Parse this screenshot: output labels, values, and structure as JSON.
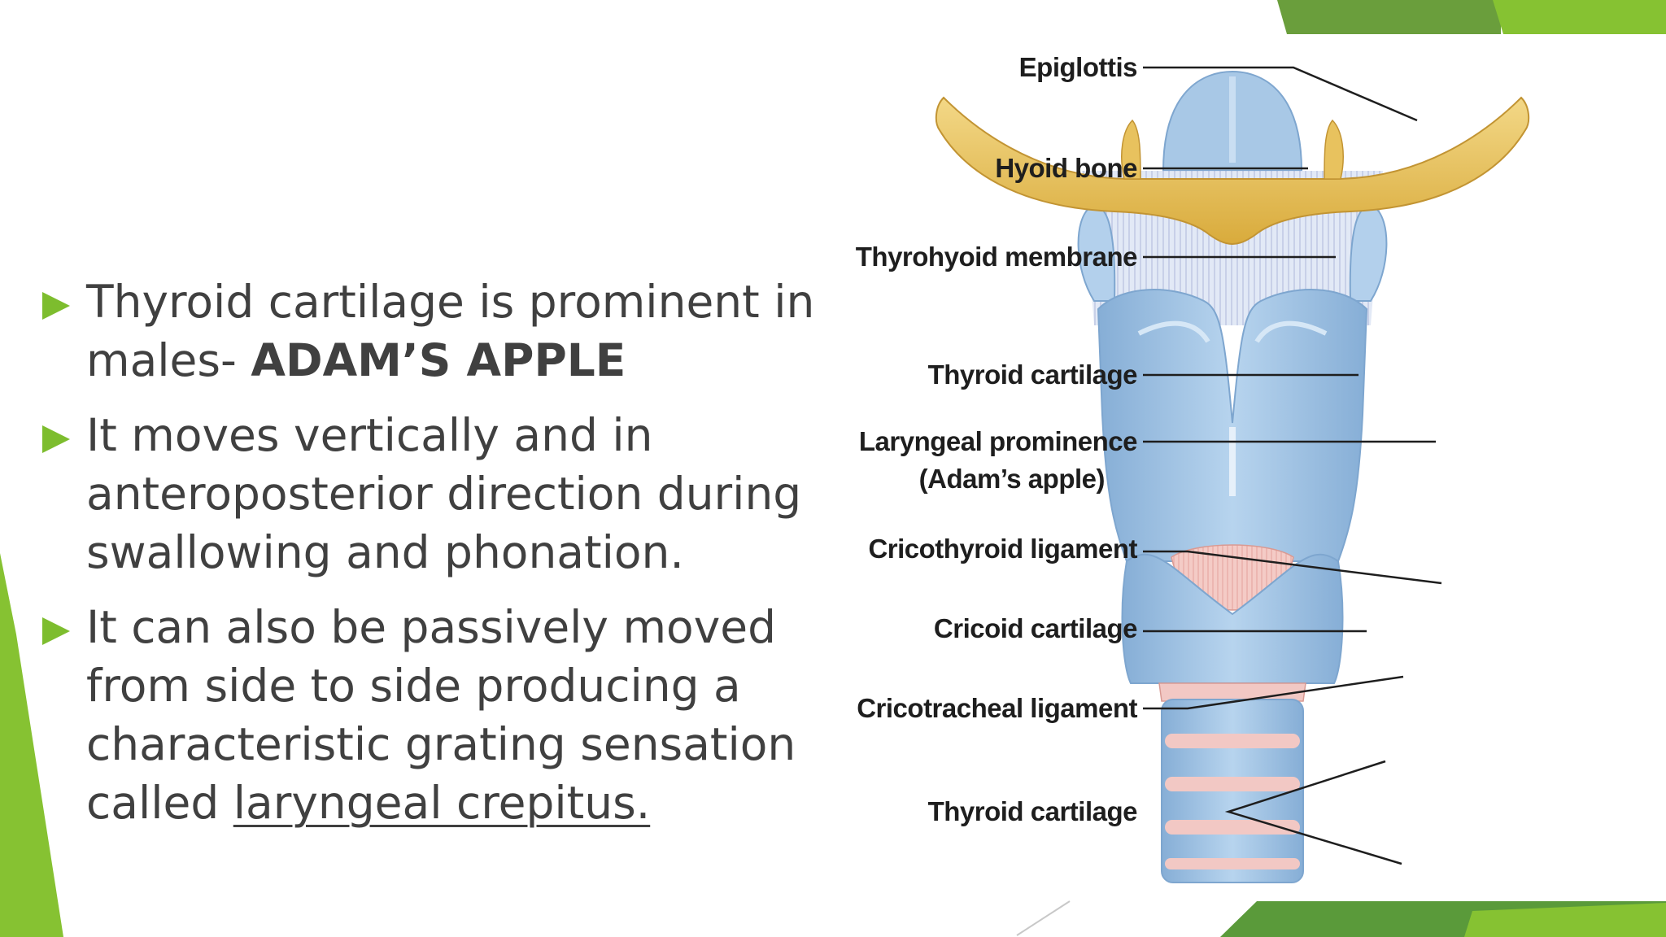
{
  "slide": {
    "bullets": [
      {
        "text": "Thyroid cartilage is prominent in males- ",
        "bold": "ADAM’S APPLE"
      },
      {
        "text": "It moves vertically and in anteroposterior direction during swallowing and phonation."
      },
      {
        "text": "It can also be passively moved from side to side producing a characteristic grating sensation called ",
        "underline": "laryngeal crepitus."
      }
    ]
  },
  "diagram": {
    "labels": {
      "epiglottis": "Epiglottis",
      "hyoid_bone": "Hyoid bone",
      "thyrohyoid_membrane": "Thyrohyoid membrane",
      "thyroid_cartilage": "Thyroid cartilage",
      "laryngeal_prominence": "Laryngeal prominence",
      "adams_apple": "(Adam’s apple)",
      "cricothyroid_ligament": "Cricothyroid ligament",
      "cricoid_cartilage": "Cricoid cartilage",
      "cricotracheal_ligament": "Cricotracheal ligament",
      "tracheal_cartilage": "Thyroid cartilage"
    },
    "colors": {
      "cartilage": "#a9c9e6",
      "cartilage_light": "#cfe2f3",
      "bone": "#e8c25e",
      "ligament": "#f2c8c4",
      "accent_green": "#7dbd2e"
    }
  }
}
